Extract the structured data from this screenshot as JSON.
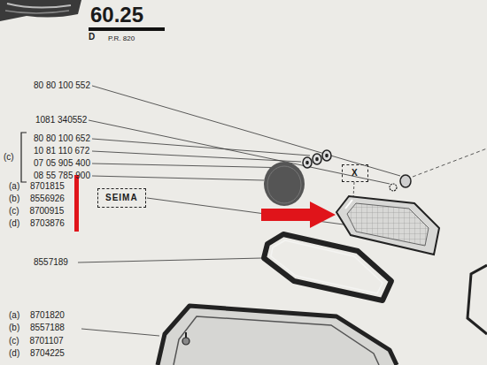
{
  "diagram": {
    "title": "60.25",
    "nodes": [
      {
        "text": [
          "SEIMA"
        ]
      },
      {
        "text": [
          "X"
        ]
      }
    ],
    "labels": [
      "D",
      "P.R. 820",
      "80 80 100 552",
      "1081 340552",
      "80 80 100 652",
      "10 81 110 672",
      "07 05 905 400",
      "08 55 785 900",
      "(c)",
      "(a) 8701815",
      "(b) 8556926",
      "(c) 8700915",
      "(d) 8703876",
      "8557189",
      "(a) 8701820",
      "(b) 8557188",
      "(c) 8701107",
      "(d) 8704225"
    ]
  }
}
